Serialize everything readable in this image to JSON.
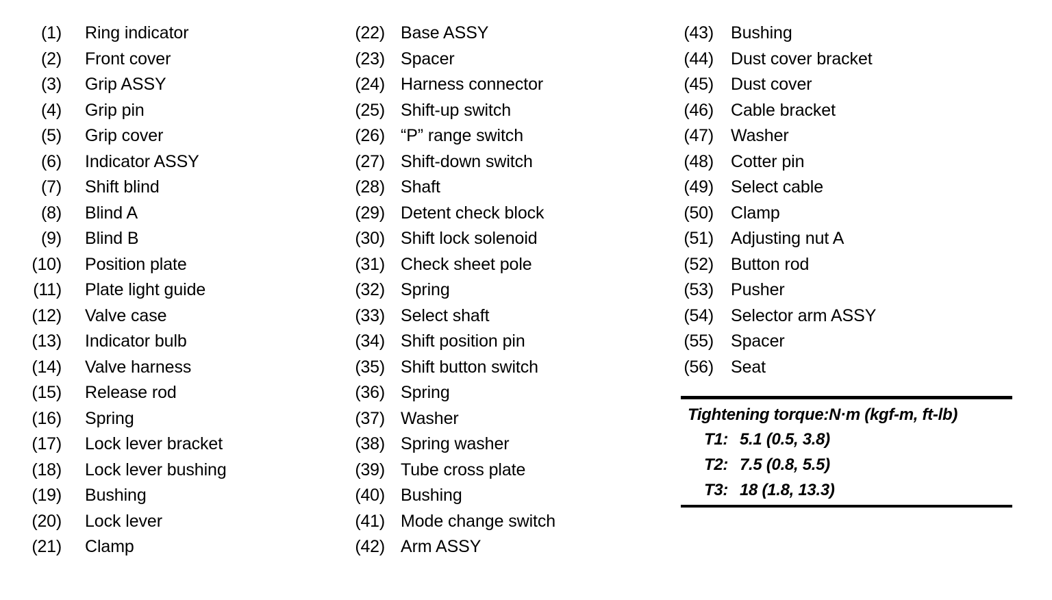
{
  "document": {
    "type": "parts-identification-list"
  },
  "columns": [
    {
      "id": "column-1",
      "items": [
        {
          "num": "(1)",
          "label": "Ring indicator"
        },
        {
          "num": "(2)",
          "label": "Front cover"
        },
        {
          "num": "(3)",
          "label": "Grip ASSY"
        },
        {
          "num": "(4)",
          "label": "Grip pin"
        },
        {
          "num": "(5)",
          "label": "Grip cover"
        },
        {
          "num": "(6)",
          "label": "Indicator ASSY"
        },
        {
          "num": "(7)",
          "label": "Shift blind"
        },
        {
          "num": "(8)",
          "label": "Blind A"
        },
        {
          "num": "(9)",
          "label": "Blind B"
        },
        {
          "num": "(10)",
          "label": "Position plate"
        },
        {
          "num": "(11)",
          "label": "Plate light guide"
        },
        {
          "num": "(12)",
          "label": "Valve case"
        },
        {
          "num": "(13)",
          "label": "Indicator bulb"
        },
        {
          "num": "(14)",
          "label": "Valve harness"
        },
        {
          "num": "(15)",
          "label": "Release rod"
        },
        {
          "num": "(16)",
          "label": "Spring"
        },
        {
          "num": "(17)",
          "label": "Lock lever bracket"
        },
        {
          "num": "(18)",
          "label": "Lock lever bushing"
        },
        {
          "num": "(19)",
          "label": "Bushing"
        },
        {
          "num": "(20)",
          "label": "Lock lever"
        },
        {
          "num": "(21)",
          "label": "Clamp"
        }
      ]
    },
    {
      "id": "column-2",
      "items": [
        {
          "num": "(22)",
          "label": "Base ASSY"
        },
        {
          "num": "(23)",
          "label": "Spacer"
        },
        {
          "num": "(24)",
          "label": "Harness connector"
        },
        {
          "num": "(25)",
          "label": "Shift-up switch"
        },
        {
          "num": "(26)",
          "label": "“P” range switch"
        },
        {
          "num": "(27)",
          "label": "Shift-down switch"
        },
        {
          "num": "(28)",
          "label": "Shaft"
        },
        {
          "num": "(29)",
          "label": "Detent check block"
        },
        {
          "num": "(30)",
          "label": "Shift lock solenoid"
        },
        {
          "num": "(31)",
          "label": "Check sheet pole"
        },
        {
          "num": "(32)",
          "label": "Spring"
        },
        {
          "num": "(33)",
          "label": "Select shaft"
        },
        {
          "num": "(34)",
          "label": "Shift position pin"
        },
        {
          "num": "(35)",
          "label": "Shift button switch"
        },
        {
          "num": "(36)",
          "label": "Spring"
        },
        {
          "num": "(37)",
          "label": "Washer"
        },
        {
          "num": "(38)",
          "label": "Spring washer"
        },
        {
          "num": "(39)",
          "label": "Tube cross plate"
        },
        {
          "num": "(40)",
          "label": "Bushing"
        },
        {
          "num": "(41)",
          "label": "Mode change switch"
        },
        {
          "num": "(42)",
          "label": "Arm ASSY"
        }
      ]
    },
    {
      "id": "column-3",
      "items": [
        {
          "num": "(43)",
          "label": "Bushing"
        },
        {
          "num": "(44)",
          "label": "Dust cover bracket"
        },
        {
          "num": "(45)",
          "label": "Dust cover"
        },
        {
          "num": "(46)",
          "label": "Cable bracket"
        },
        {
          "num": "(47)",
          "label": "Washer"
        },
        {
          "num": "(48)",
          "label": "Cotter pin"
        },
        {
          "num": "(49)",
          "label": "Select cable"
        },
        {
          "num": "(50)",
          "label": "Clamp"
        },
        {
          "num": "(51)",
          "label": "Adjusting nut A"
        },
        {
          "num": "(52)",
          "label": "Button rod"
        },
        {
          "num": "(53)",
          "label": "Pusher"
        },
        {
          "num": "(54)",
          "label": "Selector arm ASSY"
        },
        {
          "num": "(55)",
          "label": "Spacer"
        },
        {
          "num": "(56)",
          "label": "Seat"
        }
      ]
    }
  ],
  "torque_table": {
    "title": "Tightening torque:N·m (kgf-m, ft-lb)",
    "rows": [
      {
        "key": "T1:",
        "value": "5.1 (0.5, 3.8)"
      },
      {
        "key": "T2:",
        "value": "7.5 (0.8, 5.5)"
      },
      {
        "key": "T3:",
        "value": "18 (1.8, 13.3)"
      }
    ]
  }
}
